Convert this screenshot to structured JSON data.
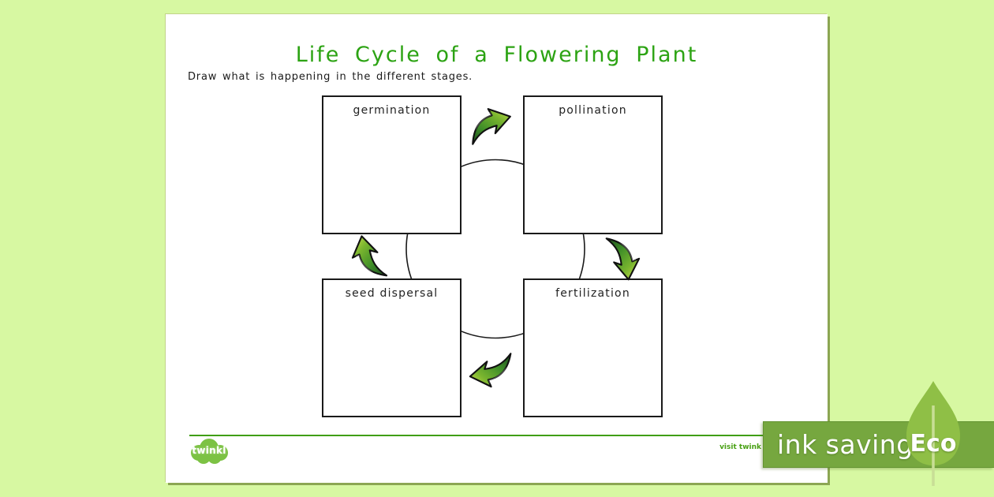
{
  "page": {
    "title": "Life Cycle of a Flowering Plant",
    "instruction": "Draw what is happening in the different stages."
  },
  "cycle": {
    "stages": [
      {
        "label": "germination",
        "position": "top-left"
      },
      {
        "label": "pollination",
        "position": "top-right"
      },
      {
        "label": "fertilization",
        "position": "bottom-right"
      },
      {
        "label": "seed dispersal",
        "position": "bottom-left"
      }
    ],
    "arrow_directions": [
      "up-right",
      "down",
      "left",
      "up"
    ]
  },
  "footer": {
    "logo_text": "twinkl",
    "visit_text": "visit twink"
  },
  "badge": {
    "ink_saving_label": "ink saving",
    "eco_label": "Eco"
  },
  "colors": {
    "background": "#d7f8a2",
    "page": "#ffffff",
    "title_green": "#2ca313",
    "footer_line_green": "#3f9e12",
    "logo_green": "#7cc244",
    "banner_green": "#76a73f",
    "leaf_green": "#8fbf46",
    "leaf_stem": "#c8de96",
    "arrow_dark_green": "#1b4a1e",
    "arrow_light_green": "#cde24b",
    "box_border": "#1a1a1a"
  }
}
